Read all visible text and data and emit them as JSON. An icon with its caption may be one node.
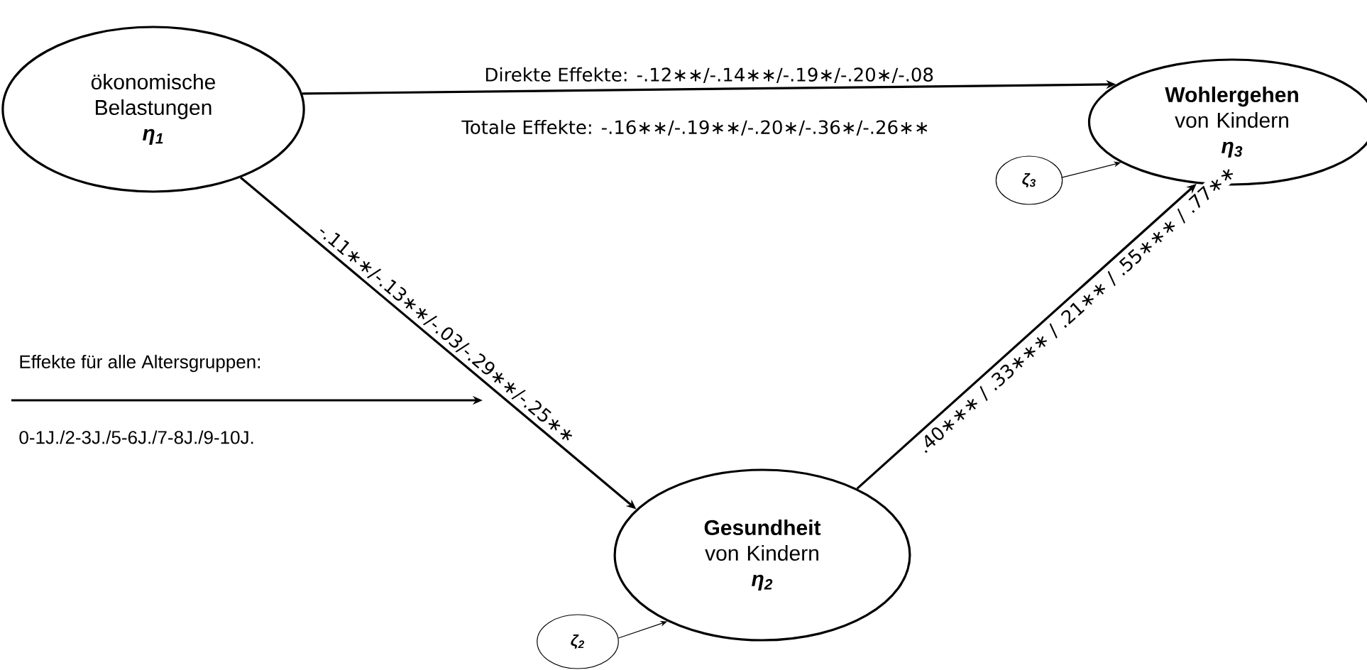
{
  "diagram": {
    "nodes": [
      {
        "text": [
          "ökonomische Belastungen",
          "η$_{1}$"
        ]
      },
      {
        "text": [
          "Wohlergehen",
          "von Kindern",
          "η$_{3}$"
        ]
      },
      {
        "text": [
          "Gesundheit",
          "von Kindern",
          "η$_{2}$"
        ]
      },
      {
        "text": [
          "ζ$_{3}$"
        ]
      },
      {
        "text": [
          "ζ$_{2}$"
        ]
      }
    ],
    "edges": [
      {
        "from": 0,
        "to": 1,
        "arrow": "to",
        "label": "Direkte Effekte: -.12∗∗/-.14∗∗/-.19∗/-.20∗/-.08"
      },
      {
        "from": 0,
        "to": 2,
        "arrow": "to",
        "label": "-.11∗∗/-.13∗∗/-.03/-.29∗∗/-.25∗∗"
      },
      {
        "from": 2,
        "to": 1,
        "arrow": "to",
        "label": ".40∗∗∗ / .33∗∗∗ / .21∗∗ / .55∗∗∗ / .77∗∗"
      },
      {
        "from": 3,
        "to": 1,
        "arrow": "to"
      },
      {
        "from": 4,
        "to": 2,
        "arrow": "to"
      }
    ],
    "labels": [
      "Totale Effekte: -.16∗∗/-.19∗∗/-.20∗/-.36∗/-.26∗∗"
    ],
    "legend": [
      {
        "text": "Effekte für alle Altersgruppen:"
      },
      {
        "text": "0-1J./2-3J./5-6J./7-8J./9-10J."
      }
    ]
  }
}
